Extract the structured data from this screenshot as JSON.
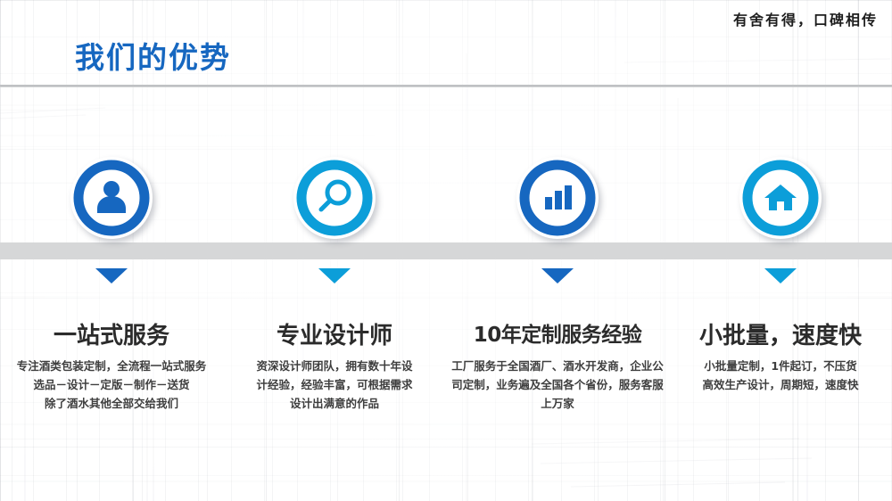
{
  "slide": {
    "tagline": "有舍有得，口碑相传",
    "title": "我们的优势",
    "colors": {
      "title_blue": "#1667c0",
      "icon_blue_dark": "#1667c0",
      "icon_blue_light": "#0c9ed9",
      "band_gray": "#d6d7d8",
      "rule_gray": "#bcbec0",
      "body_text": "#3e3e3e",
      "heading_text": "#2b2b2b"
    }
  },
  "columns": [
    {
      "icon": "user-icon",
      "icon_color": "#1667c0",
      "arrow_color": "#1667c0",
      "title": "一站式服务",
      "body_lines": [
        "专注酒类包装定制，全流程一站式服务",
        "选品－设计－定版－制作－送货",
        "除了酒水其他全部交给我们"
      ]
    },
    {
      "icon": "search-icon",
      "icon_color": "#0c9ed9",
      "arrow_color": "#0c9ed9",
      "title": "专业设计师",
      "body_lines": [
        "资深设计师团队，拥有数十年设",
        "计经验，经验丰富，可根据需求",
        "设计出满意的作品"
      ]
    },
    {
      "icon": "bar-chart-icon",
      "icon_color": "#1667c0",
      "arrow_color": "#1667c0",
      "title": "10年定制服务经验",
      "body_lines": [
        "工厂服务于全国酒厂、酒水开发商，企业公",
        "司定制，业务遍及全国各个省份，服务客服",
        "上万家"
      ]
    },
    {
      "icon": "home-icon",
      "icon_color": "#0c9ed9",
      "arrow_color": "#0c9ed9",
      "title": "小批量，速度快",
      "body_lines": [
        "小批量定制，1件起订，不压货",
        "高效生产设计，周期短，速度快"
      ]
    }
  ]
}
